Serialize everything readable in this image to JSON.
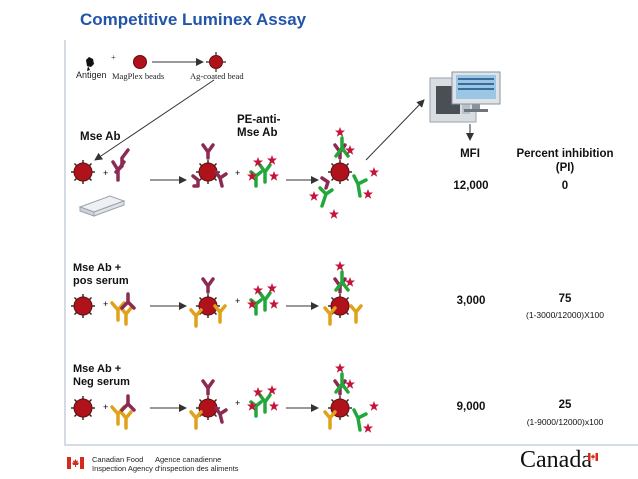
{
  "title": "Competitive Luminex Assay",
  "legend": {
    "antigen": "Antigen",
    "plus": "+",
    "magplex": "MagPlex beads",
    "coated": "Ag-coated bead"
  },
  "labels": {
    "pe_anti_line1": "PE-anti-",
    "pe_anti_line2": "Mse Ab",
    "row1": "Mse Ab",
    "row2_line1": "Mse Ab +",
    "row2_line2": "pos serum",
    "row3_line1": "Mse Ab +",
    "row3_line2": "Neg serum"
  },
  "table": {
    "mfi_header": "MFI",
    "pi_header_line1": "Percent inhibition",
    "pi_header_line2": "(PI)",
    "rows": [
      {
        "mfi": "12,000",
        "pi": "0",
        "formula": ""
      },
      {
        "mfi": "3,000",
        "pi": "75",
        "formula": "(1-3000/12000)X100"
      },
      {
        "mfi": "9,000",
        "pi": "25",
        "formula": "(1-9000/12000)x100"
      }
    ]
  },
  "plus_sign": "+",
  "footer": {
    "en_line1": "Canadian Food",
    "en_line2": "Inspection Agency",
    "fr_line1": "Agence canadienne",
    "fr_line2": "d'inspection des aliments",
    "wordmark": "Canada"
  },
  "colors": {
    "title": "#2255a8",
    "bead": "#b0121b",
    "mse_ab": "#8b2a52",
    "serum_ab": "#e0a21a",
    "pe_ab": "#22a83a",
    "pe_label": "#c4143c",
    "frame": "#d4dbe4"
  }
}
